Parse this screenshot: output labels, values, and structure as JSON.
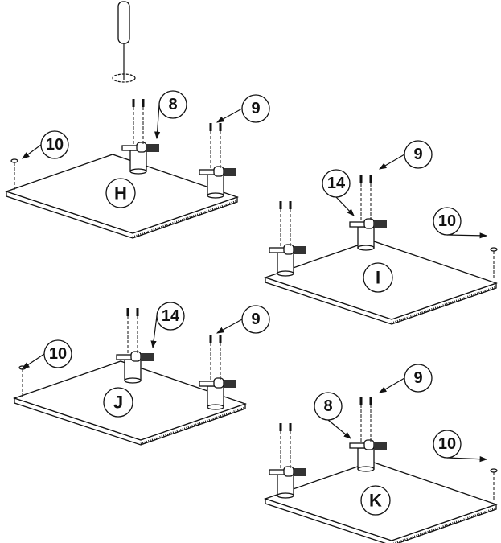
{
  "panels": [
    {
      "label": "H",
      "callouts": [
        "8",
        "9",
        "10"
      ]
    },
    {
      "label": "I",
      "callouts": [
        "14",
        "9",
        "10"
      ]
    },
    {
      "label": "J",
      "callouts": [
        "14",
        "9",
        "10"
      ]
    },
    {
      "label": "K",
      "callouts": [
        "8",
        "9",
        "10"
      ]
    }
  ]
}
